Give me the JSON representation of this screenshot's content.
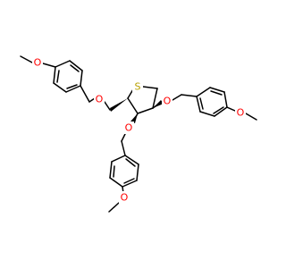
{
  "colors": {
    "bond": "#000000",
    "oxygen": "#ff0000",
    "sulfur": "#b8a000",
    "background": "#ffffff"
  },
  "atoms": {
    "ome_left_o": "O",
    "pmb_left_o": "O",
    "ring_s": "S",
    "c4_o": "O",
    "ome_right_o": "O",
    "c3_o": "O",
    "ome_bottom_o": "O"
  }
}
